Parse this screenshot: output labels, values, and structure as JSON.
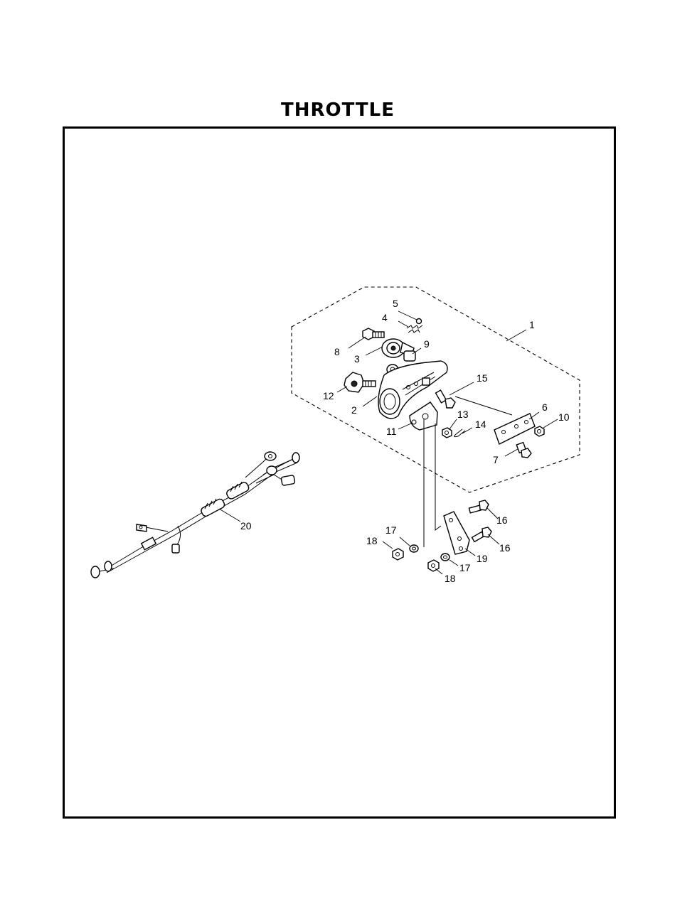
{
  "title": "THROTTLE",
  "callouts": [
    {
      "id": "c1",
      "text": "1"
    },
    {
      "id": "c2",
      "text": "2"
    },
    {
      "id": "c3",
      "text": "3"
    },
    {
      "id": "c4",
      "text": "4"
    },
    {
      "id": "c5",
      "text": "5"
    },
    {
      "id": "c6",
      "text": "6"
    },
    {
      "id": "c7",
      "text": "7"
    },
    {
      "id": "c8",
      "text": "8"
    },
    {
      "id": "c9",
      "text": "9"
    },
    {
      "id": "c10",
      "text": "10"
    },
    {
      "id": "c11",
      "text": "11"
    },
    {
      "id": "c12",
      "text": "12"
    },
    {
      "id": "c13",
      "text": "13"
    },
    {
      "id": "c14",
      "text": "14"
    },
    {
      "id": "c15",
      "text": "15"
    },
    {
      "id": "c16a",
      "text": "16"
    },
    {
      "id": "c16b",
      "text": "16"
    },
    {
      "id": "c17a",
      "text": "17"
    },
    {
      "id": "c17b",
      "text": "17"
    },
    {
      "id": "c18a",
      "text": "18"
    },
    {
      "id": "c18b",
      "text": "18"
    },
    {
      "id": "c19",
      "text": "19"
    },
    {
      "id": "c20",
      "text": "20"
    }
  ]
}
